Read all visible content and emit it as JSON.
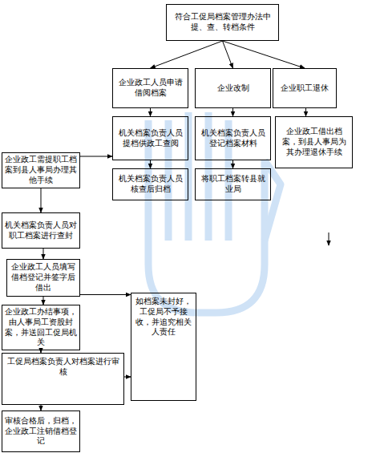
{
  "diagram": {
    "nodes": [
      {
        "text": [
          "符合工促局档案管理办法中提、查、转档条件"
        ]
      },
      {
        "text": [
          "企业政工人员申请借阅档案"
        ]
      },
      {
        "text": [
          "企业改制"
        ]
      },
      {
        "text": [
          "企业职工退休"
        ]
      },
      {
        "text": [
          "机关档案负责人员提档供政工查阅"
        ]
      },
      {
        "text": [
          "机关档案负责人员登记档案材料"
        ]
      },
      {
        "text": [
          "企业政工借出档案，到县人事局为其办理退休手续"
        ]
      },
      {
        "text": [
          "机关档案负责人员核查后归档"
        ]
      },
      {
        "text": [
          "将职工档案转县就业局"
        ]
      },
      {
        "text": [
          "企业政工需提职工档案到县人事局办理其他手续"
        ]
      },
      {
        "text": [
          "机关档案负责人员对职工档案进行查封"
        ]
      },
      {
        "text": [
          "企业政工人员填写借档登记并签字后借出"
        ]
      },
      {
        "text": [
          "企业政工办结事项，由人事局工资股封案，并送回工促局机关"
        ]
      },
      {
        "text": [
          "工促局档案负责人对档案进行审核"
        ]
      },
      {
        "text": [
          "审核合格后，归档，企业政工注销借档登记"
        ]
      },
      {
        "text": [
          "如档案未封好，工促局不予接收，并追究相关人责任"
        ]
      }
    ],
    "edges": [
      {
        "from": 0,
        "to": 1,
        "arrow": "to"
      },
      {
        "from": 0,
        "to": 2,
        "arrow": "to"
      },
      {
        "from": 0,
        "to": 3,
        "arrow": "to"
      },
      {
        "from": 1,
        "to": 4,
        "arrow": "to"
      },
      {
        "from": 4,
        "to": 7,
        "arrow": "to"
      },
      {
        "from": 2,
        "to": 5,
        "arrow": "to"
      },
      {
        "from": 5,
        "to": 8,
        "arrow": "to"
      },
      {
        "from": 3,
        "to": 6,
        "arrow": "to"
      },
      {
        "from": 9,
        "to": 4,
        "arrow": "to"
      },
      {
        "from": 9,
        "to": 10,
        "arrow": "to"
      },
      {
        "from": 10,
        "to": 11,
        "arrow": "to"
      },
      {
        "from": 11,
        "to": 12,
        "arrow": "to"
      },
      {
        "from": 12,
        "to": 13,
        "arrow": "to"
      },
      {
        "from": 13,
        "to": 14,
        "arrow": "to"
      },
      {
        "from": 11,
        "to": 15,
        "arrow": "to"
      },
      {
        "from": 13,
        "to": 15,
        "arrow": "to"
      }
    ]
  }
}
